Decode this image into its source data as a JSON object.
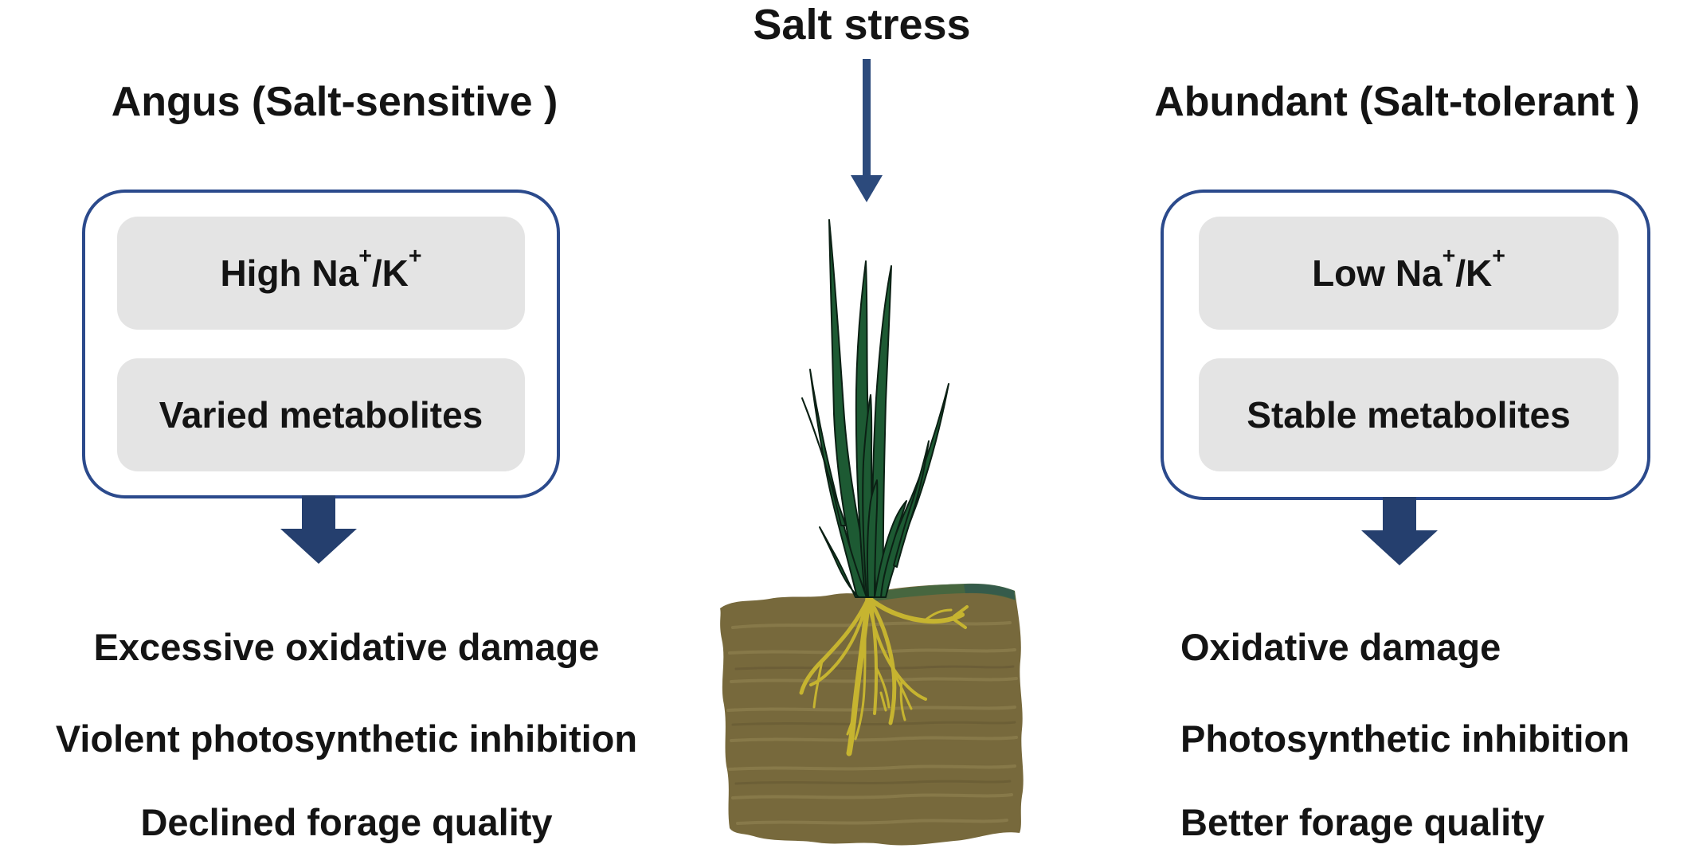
{
  "title": "Salt stress",
  "left": {
    "heading": "Angus (Salt-sensitive )",
    "box": {
      "item1": {
        "pre": "High Na",
        "sup1": "+",
        "mid": "/K",
        "sup2": "+"
      },
      "item2": "Varied metabolites"
    },
    "outcomes": [
      "Excessive oxidative damage",
      "Violent photosynthetic inhibition",
      "Declined forage quality"
    ]
  },
  "right": {
    "heading": "Abundant (Salt-tolerant )",
    "box": {
      "item1": {
        "pre": "Low Na",
        "sup1": "+",
        "mid": "/K",
        "sup2": "+"
      },
      "item2": "Stable metabolites"
    },
    "outcomes": [
      "Oxidative damage",
      "Photosynthetic inhibition",
      "Better forage quality"
    ]
  },
  "center": {
    "illustration": "grass-plant-with-roots-in-soil"
  },
  "icons": {
    "center_arrow": "thin-down-arrow",
    "outcome_arrow": "block-down-arrow"
  },
  "colors": {
    "box_border_blue": "#2b4a8c",
    "arrow_navy": "#253f6e",
    "thin_arrow_navy": "#2c4a7c",
    "pill_gray": "#e4e4e4",
    "text_black": "#141414",
    "soil_brown": "#77693c",
    "soil_streak_light": "#988a57",
    "soil_streak_dark": "#5f5330",
    "root_yellow": "#c6b430",
    "leaf_green": "#1d5a33",
    "leaf_outline": "#0b2014",
    "soil_grass_strip": "#44663f"
  }
}
